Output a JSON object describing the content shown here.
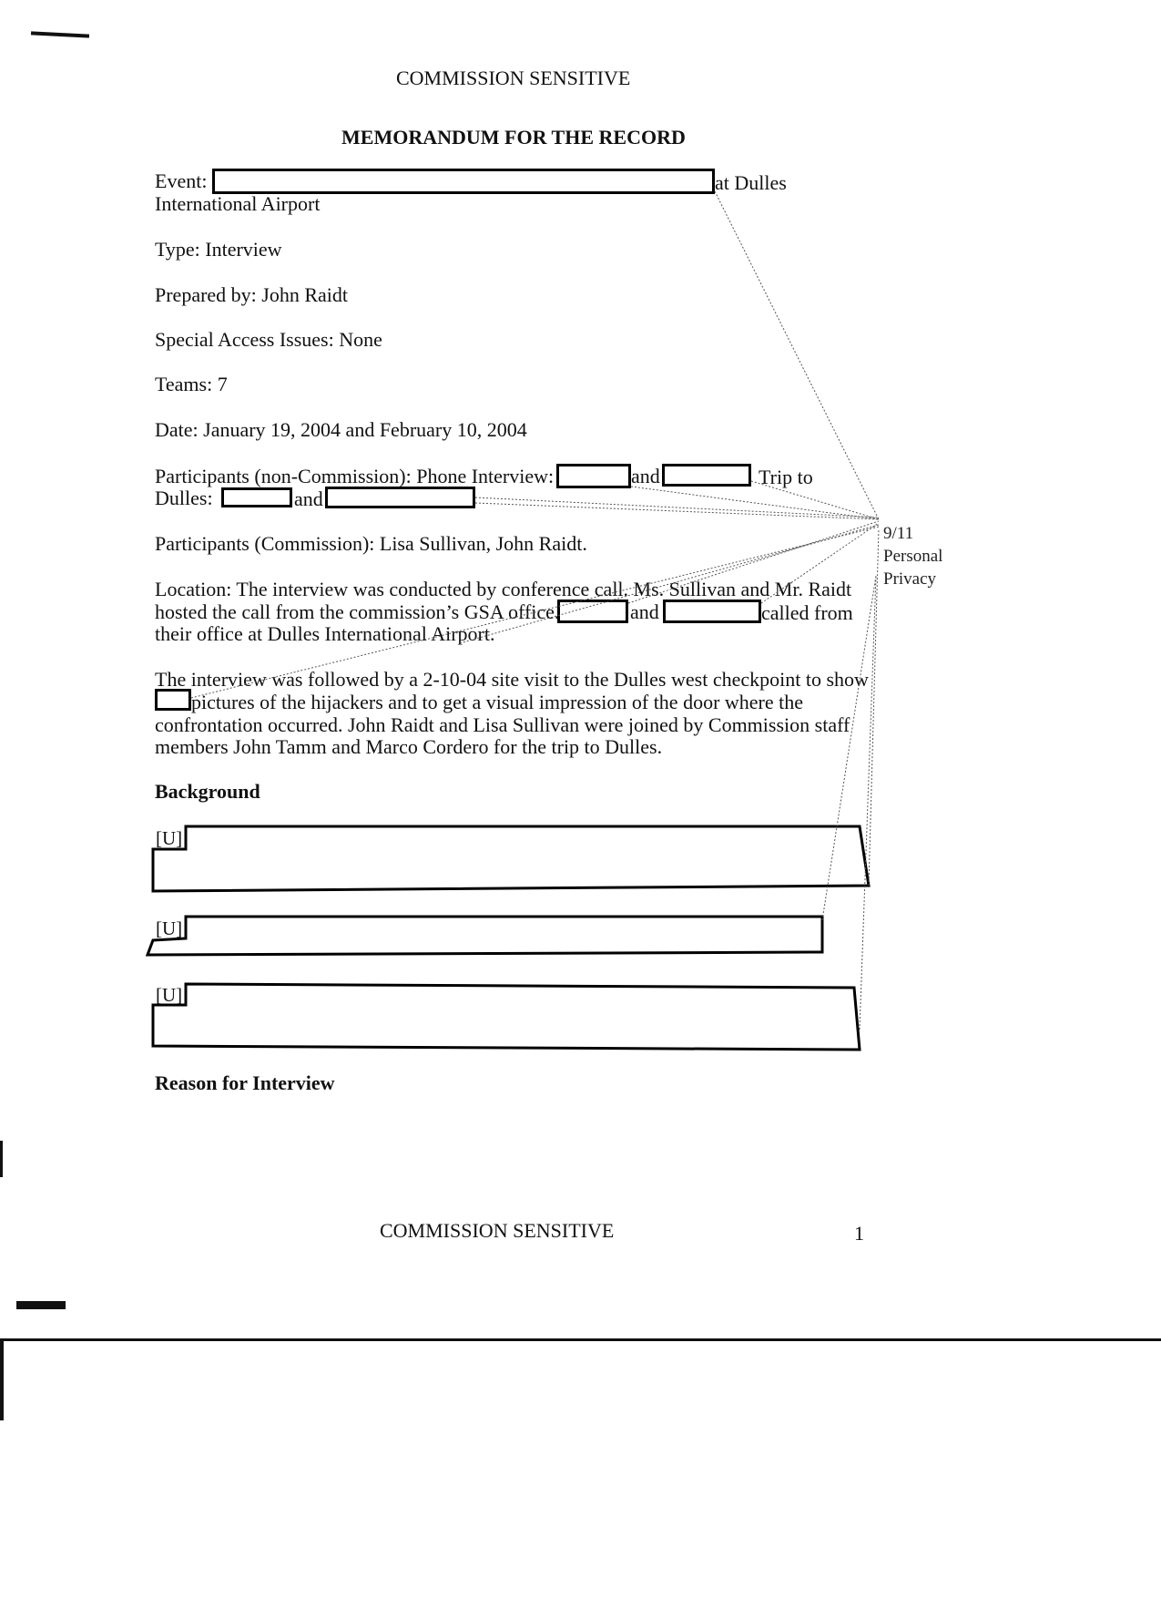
{
  "header": {
    "classification": "COMMISSION SENSITIVE",
    "title": "MEMORANDUM FOR THE RECORD"
  },
  "event": {
    "label": "Event:",
    "suffix": "at Dulles",
    "line2": "International Airport"
  },
  "type_line": "Type:  Interview",
  "prepared_by": "Prepared by:  John Raidt",
  "special_access": "Special Access Issues:  None",
  "teams": "Teams:  7",
  "date": "Date: January 19, 2004 and February 10, 2004",
  "participants_noncommission": {
    "prefix": "Participants (non-Commission):  Phone Interview:",
    "and1": "and",
    "trip": "Trip to",
    "dulles": "Dulles:",
    "and2": "and"
  },
  "participants_commission": "Participants (Commission):  Lisa Sullivan, John Raidt.",
  "location": {
    "line1": "Location:  The interview was conducted by conference call. Ms. Sullivan and Mr. Raidt",
    "line2_a": "hosted the call from the commission’s GSA office.",
    "and": "and",
    "line2_b": "called from",
    "line3": "their office at Dulles International Airport."
  },
  "followup": {
    "line1": "The interview was followed by a 2-10-04 site visit to the Dulles west checkpoint to show",
    "line2": "pictures of the hijackers and to get a visual impression of the door where the",
    "line3": "confrontation occurred.  John Raidt and Lisa Sullivan were joined by Commission staff",
    "line4": "members John Tamm and Marco Cordero for the trip to Dulles."
  },
  "background": {
    "heading": "Background",
    "markers": [
      "[U]",
      "[U]",
      "[U]"
    ]
  },
  "reason_heading": "Reason for Interview",
  "exemption_note": {
    "line1": "9/11",
    "line2": "Personal",
    "line3": "Privacy"
  },
  "footer": {
    "classification": "COMMISSION SENSITIVE",
    "page_number": "1"
  }
}
